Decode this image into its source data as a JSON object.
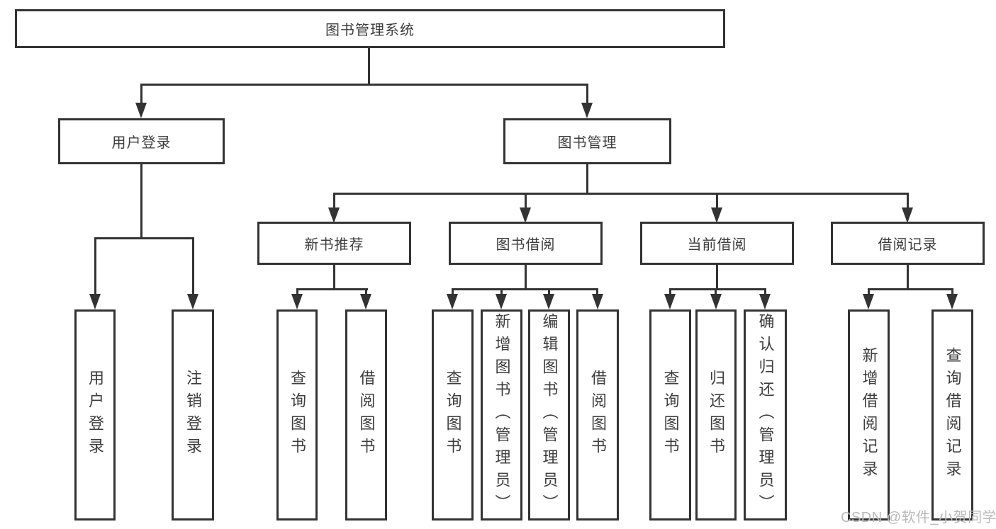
{
  "diagram_type": "hierarchy-tree",
  "tree": {
    "label": "图书管理系统",
    "children": [
      {
        "label": "用户登录",
        "children": [
          {
            "label": "用户登录"
          },
          {
            "label": "注销登录"
          }
        ]
      },
      {
        "label": "图书管理",
        "children": [
          {
            "label": "新书推荐",
            "children": [
              {
                "label": "查询图书"
              },
              {
                "label": "借阅图书"
              }
            ]
          },
          {
            "label": "图书借阅",
            "children": [
              {
                "label": "查询图书"
              },
              {
                "label": "新增图书（管理员）"
              },
              {
                "label": "编辑图书（管理员）"
              },
              {
                "label": "借阅图书"
              }
            ]
          },
          {
            "label": "当前借阅",
            "children": [
              {
                "label": "查询图书"
              },
              {
                "label": "归还图书"
              },
              {
                "label": "确认归还（管理员）"
              }
            ]
          },
          {
            "label": "借阅记录",
            "children": [
              {
                "label": "新增借阅记录"
              },
              {
                "label": "查询借阅记录"
              }
            ]
          }
        ]
      }
    ]
  },
  "watermark": {
    "text": "CSDN @软件_小贺同学"
  },
  "colors": {
    "line": "#333333",
    "box_border": "#333333",
    "text": "#3d3d3d",
    "watermark": "#b9b9b9",
    "background": "#ffffff"
  }
}
